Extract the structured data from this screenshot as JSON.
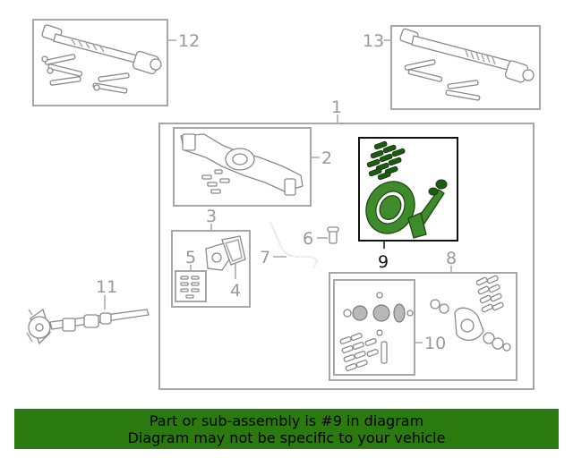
{
  "callouts": {
    "c1": "1",
    "c2": "2",
    "c3": "3",
    "c4": "4",
    "c5": "5",
    "c6": "6",
    "c7": "7",
    "c8": "8",
    "c9": "9",
    "c10": "10",
    "c11": "11",
    "c12": "12",
    "c13": "13"
  },
  "highlight": {
    "part_number": "9",
    "color": "#3f8a2a"
  },
  "banner": {
    "line1": "Part or sub-assembly is #9 in diagram",
    "line2": "Diagram may not be specific to your vehicle",
    "background": "#2a7a10"
  }
}
